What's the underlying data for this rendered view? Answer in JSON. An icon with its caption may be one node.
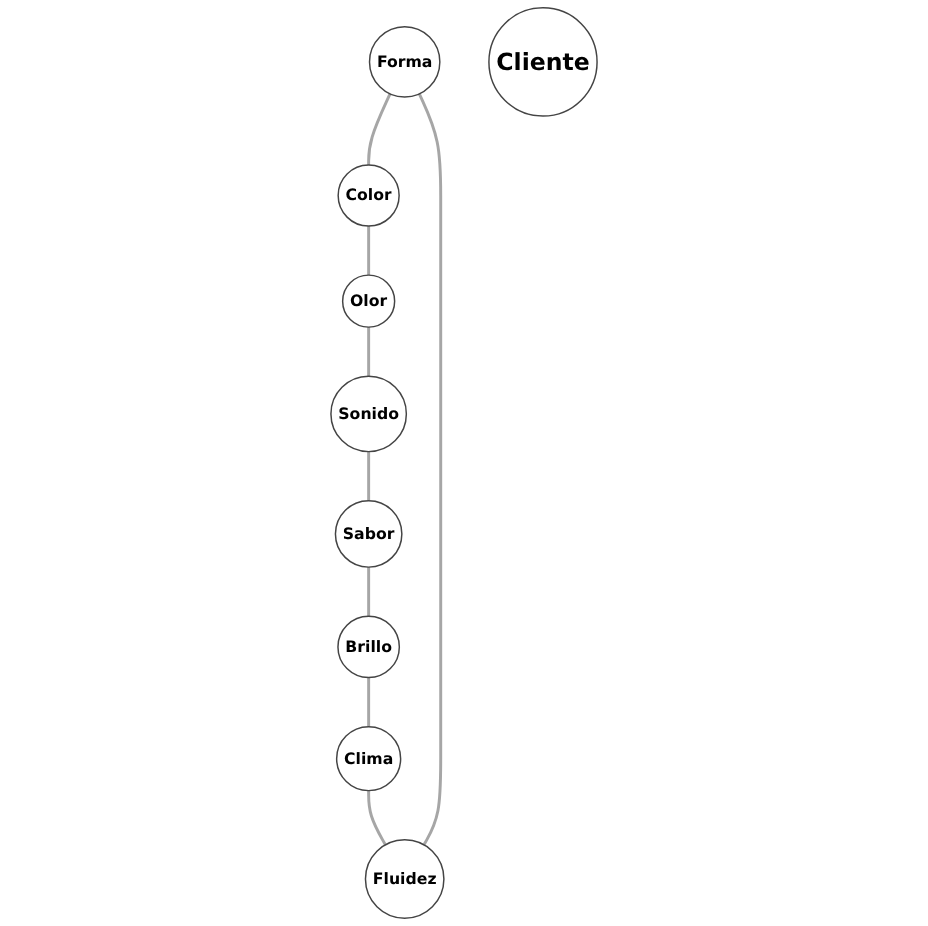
{
  "diagram": {
    "nodes": [
      {
        "text": [
          "Forma"
        ]
      },
      {
        "text": [
          "Fluidez"
        ]
      },
      {
        "text": [
          "Color"
        ]
      },
      {
        "text": [
          "Cliente"
        ]
      },
      {
        "text": [
          "Clima"
        ]
      },
      {
        "text": [
          "Olor"
        ]
      },
      {
        "text": [
          "Brillo"
        ]
      },
      {
        "text": [
          "Sonido"
        ]
      },
      {
        "text": [
          "Sabor"
        ]
      }
    ],
    "edges": [
      {
        "from": 0,
        "to": 2,
        "arrow": "none"
      },
      {
        "from": 2,
        "to": 5,
        "arrow": "none"
      },
      {
        "from": 5,
        "to": 7,
        "arrow": "none"
      },
      {
        "from": 7,
        "to": 8,
        "arrow": "none"
      },
      {
        "from": 8,
        "to": 6,
        "arrow": "none"
      },
      {
        "from": 6,
        "to": 4,
        "arrow": "none"
      },
      {
        "from": 4,
        "to": 1,
        "arrow": "none"
      },
      {
        "from": 1,
        "to": 0,
        "arrow": "none"
      }
    ]
  }
}
